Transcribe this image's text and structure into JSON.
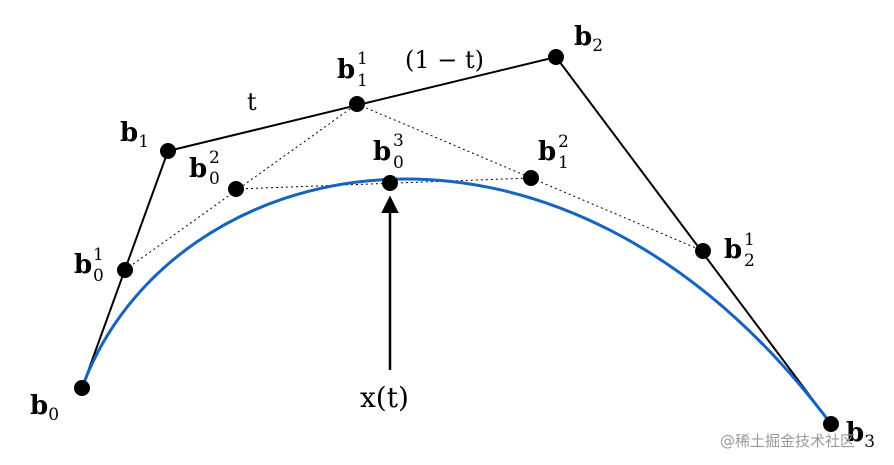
{
  "colors": {
    "curve": "#1565c0",
    "lines": "#000000",
    "points": "#000000",
    "watermark": "#9a9a9a"
  },
  "points": [
    {
      "id": "b0",
      "base": "b",
      "sub": "0",
      "sup": ""
    },
    {
      "id": "b1",
      "base": "b",
      "sub": "1",
      "sup": ""
    },
    {
      "id": "b2",
      "base": "b",
      "sub": "2",
      "sup": ""
    },
    {
      "id": "b3",
      "base": "b",
      "sub": "3",
      "sup": ""
    },
    {
      "id": "b01",
      "base": "b",
      "sub": "0",
      "sup": "1"
    },
    {
      "id": "b11",
      "base": "b",
      "sub": "1",
      "sup": "1"
    },
    {
      "id": "b21",
      "base": "b",
      "sub": "2",
      "sup": "1"
    },
    {
      "id": "b02",
      "base": "b",
      "sub": "0",
      "sup": "2"
    },
    {
      "id": "b12",
      "base": "b",
      "sub": "1",
      "sup": "2"
    },
    {
      "id": "b03",
      "base": "b",
      "sub": "0",
      "sup": "3"
    }
  ],
  "annotations": {
    "t": "t",
    "one_minus_t": "(1 − t)",
    "curve_point": "x(t)"
  },
  "watermark": "@稀土掘金技术社区"
}
